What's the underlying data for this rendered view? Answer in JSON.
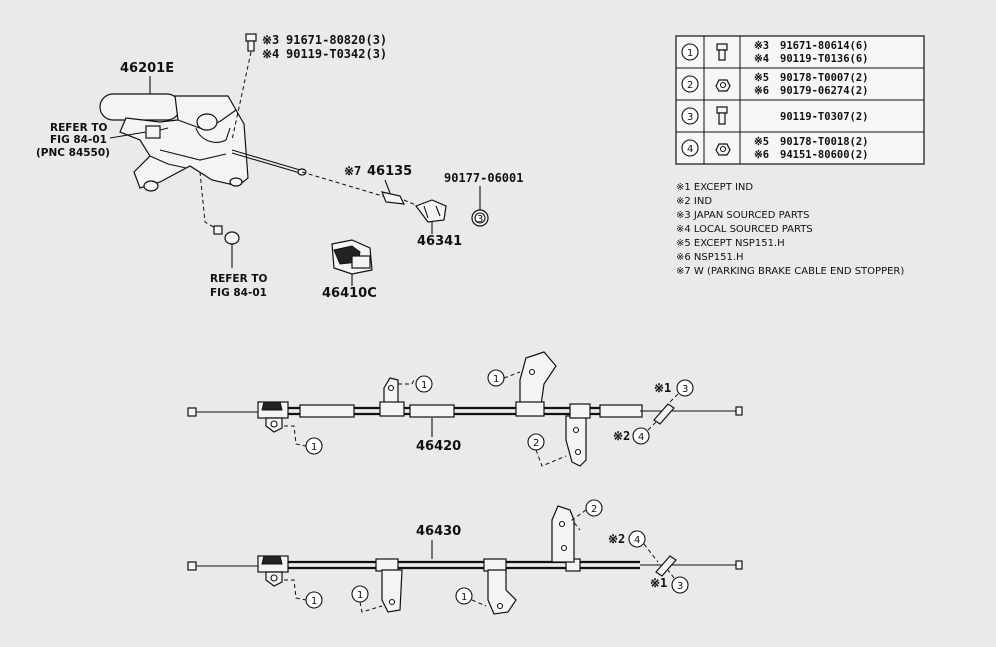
{
  "parts": {
    "lever": "46201E",
    "stopper": "46135",
    "stopper_mark": "※7",
    "nut": "90177-06001",
    "nut_circle": "3",
    "clip": "46341",
    "bracket": "46410C",
    "cable_front": "46420",
    "cable_rear": "46430"
  },
  "lever_bolts": {
    "mark1": "※3",
    "pn1": "91671-80820(3)",
    "mark2": "※4",
    "pn2": "90119-T0342(3)"
  },
  "refs": {
    "left_line1": "REFER TO",
    "left_line2": "FIG 84-01",
    "left_line3": "(PNC 84550)",
    "bottom_line1": "REFER TO",
    "bottom_line2": "FIG 84-01"
  },
  "table": [
    {
      "num": "1",
      "icon": "bolt-icon",
      "rows": [
        {
          "mark": "※3",
          "pn": "91671-80614(6)"
        },
        {
          "mark": "※4",
          "pn": "90119-T0136(6)"
        }
      ]
    },
    {
      "num": "2",
      "icon": "nut-icon",
      "rows": [
        {
          "mark": "※5",
          "pn": "90178-T0007(2)"
        },
        {
          "mark": "※6",
          "pn": "90179-06274(2)"
        }
      ]
    },
    {
      "num": "3",
      "icon": "bolt-icon",
      "rows": [
        {
          "mark": "",
          "pn": "90119-T0307(2)"
        }
      ]
    },
    {
      "num": "4",
      "icon": "nut-icon",
      "rows": [
        {
          "mark": "※5",
          "pn": "90178-T0018(2)"
        },
        {
          "mark": "※6",
          "pn": "94151-80600(2)"
        }
      ]
    }
  ],
  "notes": [
    "※1 EXCEPT IND",
    "※2 IND",
    "※3 JAPAN SOURCED PARTS",
    "※4 LOCAL SOURCED PARTS",
    "※5 EXCEPT NSP151.H",
    "※6 NSP151.H",
    "※7 W (PARKING BRAKE CABLE END STOPPER)"
  ],
  "callouts_front": {
    "c1": "1",
    "c2": "1",
    "c3": "1",
    "c4": "2",
    "m1": "※1",
    "c5": "3",
    "m2": "※2",
    "c6": "4"
  },
  "callouts_rear": {
    "c1": "1",
    "c2": "1",
    "c3": "1",
    "c4": "2",
    "m2": "※2",
    "c5": "4",
    "m1": "※1",
    "c6": "3"
  }
}
